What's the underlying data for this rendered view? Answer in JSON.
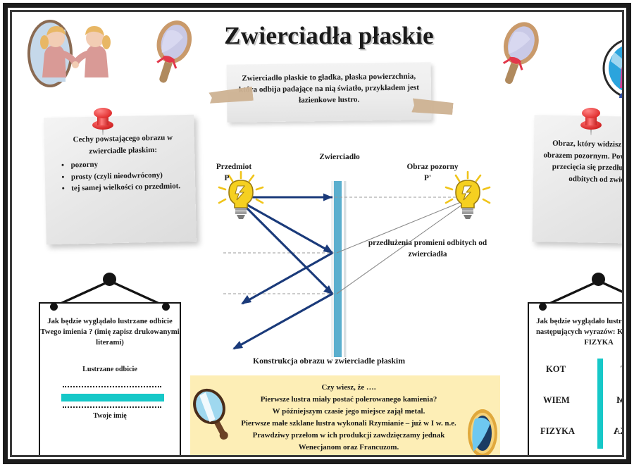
{
  "poster": {
    "title": "Zwierciadła płaskie",
    "language": "pl"
  },
  "top_note": {
    "text": "Zwierciadło płaskie to gładka, płaska powierzchnia, która odbija padające na nią światło, przykładem jest łazienkowe lustro.",
    "tape_color": "#cdb292"
  },
  "note_left": {
    "heading": "Cechy powstającego obrazu w zwierciadle płaskim:",
    "bullets": [
      "pozorny",
      "prosty (czyli nieodwrócony)",
      "tej samej wielkości co przedmiot."
    ],
    "pin": "red-pushpin"
  },
  "note_right": {
    "text": "Obraz, który widzisz w lustrze jest obrazem pozornym. Powstaje w wyniku przecięcia się przedłużeń promieni odbitych od zwierciadła.",
    "pin": "red-pushpin"
  },
  "diagram": {
    "label_object": "Przedmiot",
    "label_object_point": "P",
    "label_mirror": "Zwierciadło",
    "label_image": "Obraz pozorny",
    "label_image_point": "P'",
    "label_extensions": "przedłużenia promieni odbitych od zwierciadła",
    "caption": "Konstrukcja obrazu w zwierciadle płaskim",
    "ray_color": "#1a3a7a",
    "mirror_color": "#5bafce",
    "extension_color": "#8a8a8a",
    "bulb_color": "#f5d020"
  },
  "hang_left": {
    "question": "Jak będzie wyglądało lustrzane odbicie Twego imienia ? (imię zapisz drukowanymi literami)",
    "label_top": "Lustrzane odbicie",
    "label_bottom": "Twoje imię",
    "mirror_color": "#16c8c8"
  },
  "hang_right": {
    "question": "Jak będzie wyglądało lustrzane odbicie następujących wyrazów: KOT, WIEM, FIZYKA",
    "words": [
      "KOT",
      "WIEM",
      "FIZYKA"
    ],
    "mirror_color": "#16c8c8"
  },
  "fact_box": {
    "heading": "Czy wiesz, że ….",
    "lines": [
      "Pierwsze lustra miały postać polerowanego kamienia?",
      "W późniejszym czasie jego miejsce zajął metal.",
      "Pierwsze małe szklane lustra wykonali Rzymianie – już w I w. n.e.",
      "Prawdziwy przełom w ich produkcji zawdzięczamy jednak",
      "Wenecjanom oraz Francuzom."
    ],
    "background": "#fdeeb6",
    "icon_left": "hand-mirror-icon",
    "icon_right": "ornate-mirror-icon"
  },
  "decorations": {
    "girl_mirror": "girl-at-mirror-illustration",
    "hand_mirror_top_left": "hand-mirror-icon",
    "hand_mirror_top_right": "hand-mirror-icon",
    "portrait_mirror": "round-portrait-mirror-icon"
  }
}
